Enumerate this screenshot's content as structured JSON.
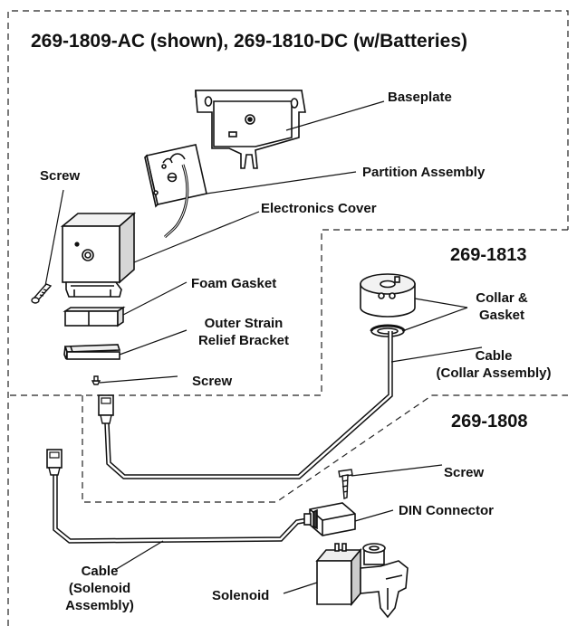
{
  "title": "269-1809-AC (shown), 269-1810-DC (w/Batteries)",
  "kits": {
    "collar_kit": "269-1813",
    "solenoid_kit": "269-1808"
  },
  "labels": {
    "baseplate": "Baseplate",
    "partition_assembly": "Partition Assembly",
    "screw_top": "Screw",
    "electronics_cover": "Electronics Cover",
    "foam_gasket": "Foam Gasket",
    "outer_strain_line1": "Outer Strain",
    "outer_strain_line2": "Relief Bracket",
    "screw_bottom": "Screw",
    "collar_line1": "Collar &",
    "collar_line2": "Gasket",
    "cable_collar_line1": "Cable",
    "cable_collar_line2": "(Collar Assembly)",
    "screw_right": "Screw",
    "din_connector": "DIN Connector",
    "cable_solenoid_line1": "Cable",
    "cable_solenoid_line2": "(Solenoid",
    "cable_solenoid_line3": "Assembly)",
    "solenoid": "Solenoid"
  }
}
